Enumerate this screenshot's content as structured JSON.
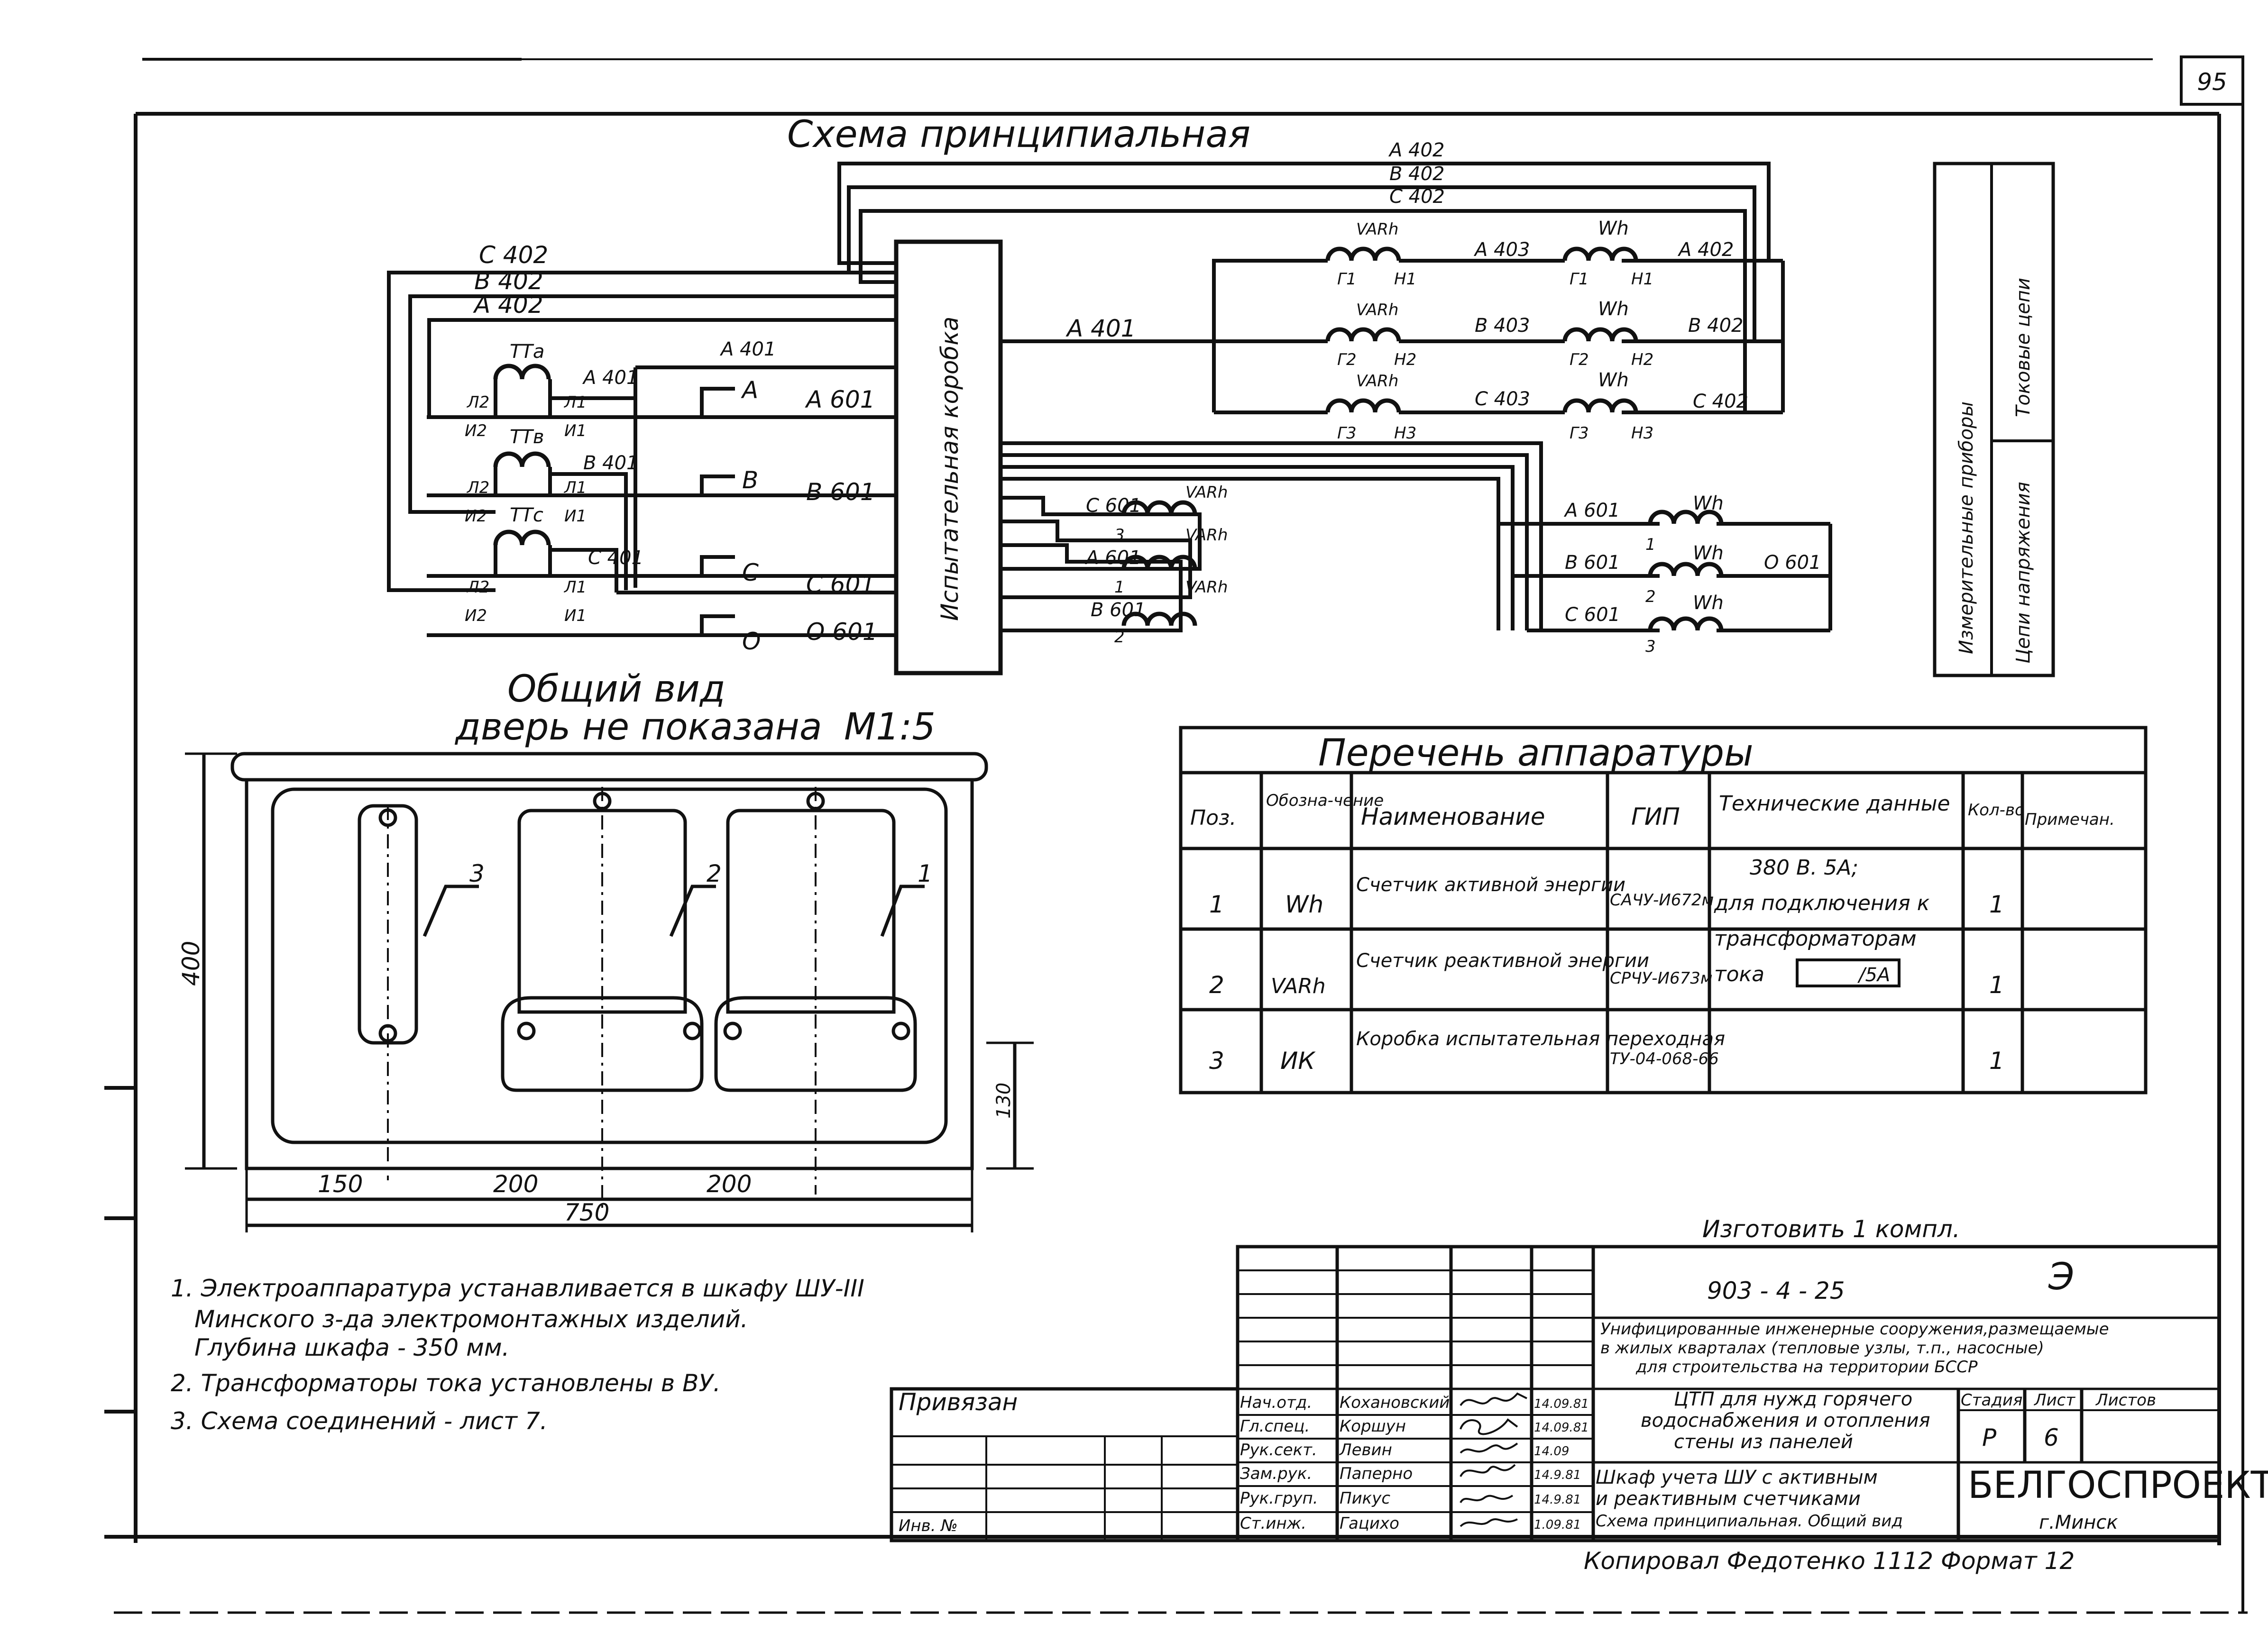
{
  "sheet": {
    "page_number": "95"
  },
  "schematic": {
    "title": "Схема принципиальная",
    "wire_labels": {
      "a402_top": "А 402",
      "b402_top": "В 402",
      "c402_top": "С 402",
      "c402_left": "С 402",
      "b402_left": "В 402",
      "a402_left": "А 402",
      "a401_top": "А 401",
      "a401_mid": "А 401",
      "a401_r": "А 401",
      "b401_r": "В 401",
      "c401_r": "С 401",
      "a601_mid": "А 601",
      "b601_mid": "В 601",
      "c601_mid": "С 601",
      "o601_mid": "О 601",
      "c601_box": "С 601",
      "a601_box": "А 601",
      "b601_box": "В 601",
      "a403": "А 403",
      "b403": "В 403",
      "c403": "С 403",
      "a402_r": "А 402",
      "b402_r": "В 402",
      "c402_r": "С 402",
      "a601_wh": "А 601",
      "b601_wh": "В 601",
      "c601_wh": "С 601",
      "o601_wh": "О 601"
    },
    "ct_labels": {
      "tta": "ТТа",
      "ttb": "ТТв",
      "ttc": "ТТс"
    },
    "ct_terminals": {
      "l2": "Л2",
      "l1": "Л1",
      "u2": "И2",
      "u1": "И1"
    },
    "bus_letters": {
      "a": "А",
      "b": "В",
      "c": "С",
      "o": "О"
    },
    "coil_labels": {
      "varh": "VARh",
      "wh": "Wh"
    },
    "coil_terminals": {
      "g1": "Г1",
      "n1": "Н1",
      "g2": "Г2",
      "n2": "Н2",
      "g3": "Г3",
      "n3": "Н3"
    },
    "coil_numbers": {
      "one": "1",
      "two": "2",
      "three": "3"
    },
    "test_box_label": "Испытательная коробка"
  },
  "side_table": {
    "col1_top": "Токовые цепи",
    "col1_bottom": "Цепи напряжения",
    "col2": "Измерительные приборы"
  },
  "general_view": {
    "title": "Общий вид",
    "subtitle": "дверь не показана",
    "scale": "М1:5",
    "dims": {
      "height": "400",
      "bottom_offset": "130",
      "d150": "150",
      "d200a": "200",
      "d200b": "200",
      "total": "750"
    },
    "callouts": [
      "3",
      "2",
      "1"
    ]
  },
  "equipment_list": {
    "title": "Перечень аппаратуры",
    "headers": [
      "Поз.",
      "Обозна-чение",
      "Наименование",
      "ГИП",
      "Технические данные",
      "Кол-во",
      "Примечан."
    ],
    "rows": [
      {
        "pos": "1",
        "code": "Wh",
        "name": "Счетчик активной энергии",
        "gip": "САЧУ-И672м",
        "qty": "1"
      },
      {
        "pos": "2",
        "code": "VARh",
        "name": "Счетчик реактивной энергии",
        "gip": "СРЧУ-И673м",
        "qty": "1"
      },
      {
        "pos": "3",
        "code": "ИК",
        "name": "Коробка испытательная переходная",
        "gip": "ТУ-04-068-66",
        "qty": "1"
      }
    ],
    "tech_data": [
      "380 В. 5А;",
      "для подключения к",
      "трансформаторам",
      "тока",
      "/5А"
    ]
  },
  "notes": [
    "1. Электроаппаратура устанавливается в шкафу ШУ-III",
    "Минского з-да электромонтажных изделий.",
    "Глубина шкафа - 350 мм.",
    "2. Трансформаторы тока установлены в ВУ.",
    "3. Схема соединений - лист 7."
  ],
  "title_block": {
    "manufacture": "Изготовить 1 компл.",
    "doc_code": "903 - 4 - 25",
    "mark": "Э",
    "project_title": [
      "Унифицированные инженерные сооружения,размещаемые",
      "в жилых кварталах (тепловые узлы, т.п., насосные)",
      "для строительства на территории БССР"
    ],
    "object": [
      "ЦТП для нужд горячего",
      "водоснабжения и отопления",
      "стены из панелей"
    ],
    "sheet_title": [
      "Шкаф учета ШУ с активным",
      "и реактивным счетчиками",
      "Схема принципиальная. Общий вид"
    ],
    "stage_header": "Стадия",
    "sheet_header": "Лист",
    "sheets_header": "Листов",
    "stage": "Р",
    "sheet_no": "6",
    "org": "БЕЛГОСПРОЕКТ",
    "city": "г.Минск",
    "tied": "Привязан",
    "inv": "Инв. №",
    "signers": [
      {
        "role": "Нач.отд.",
        "name": "Кохановский",
        "date": "14.09.81"
      },
      {
        "role": "Гл.спец.",
        "name": "Коршун",
        "date": "14.09.81"
      },
      {
        "role": "Рук.сект.",
        "name": "Левин",
        "date": "14.09"
      },
      {
        "role": "Зам.рук.",
        "name": "Паперно",
        "date": "14.9.81"
      },
      {
        "role": "Рук.груп.",
        "name": "Пикус",
        "date": "14.9.81"
      },
      {
        "role": "Ст.инж.",
        "name": "Гацихо",
        "date": "1.09.81"
      }
    ],
    "footer": "Копировал Федотенко 1112 Формат 12"
  }
}
